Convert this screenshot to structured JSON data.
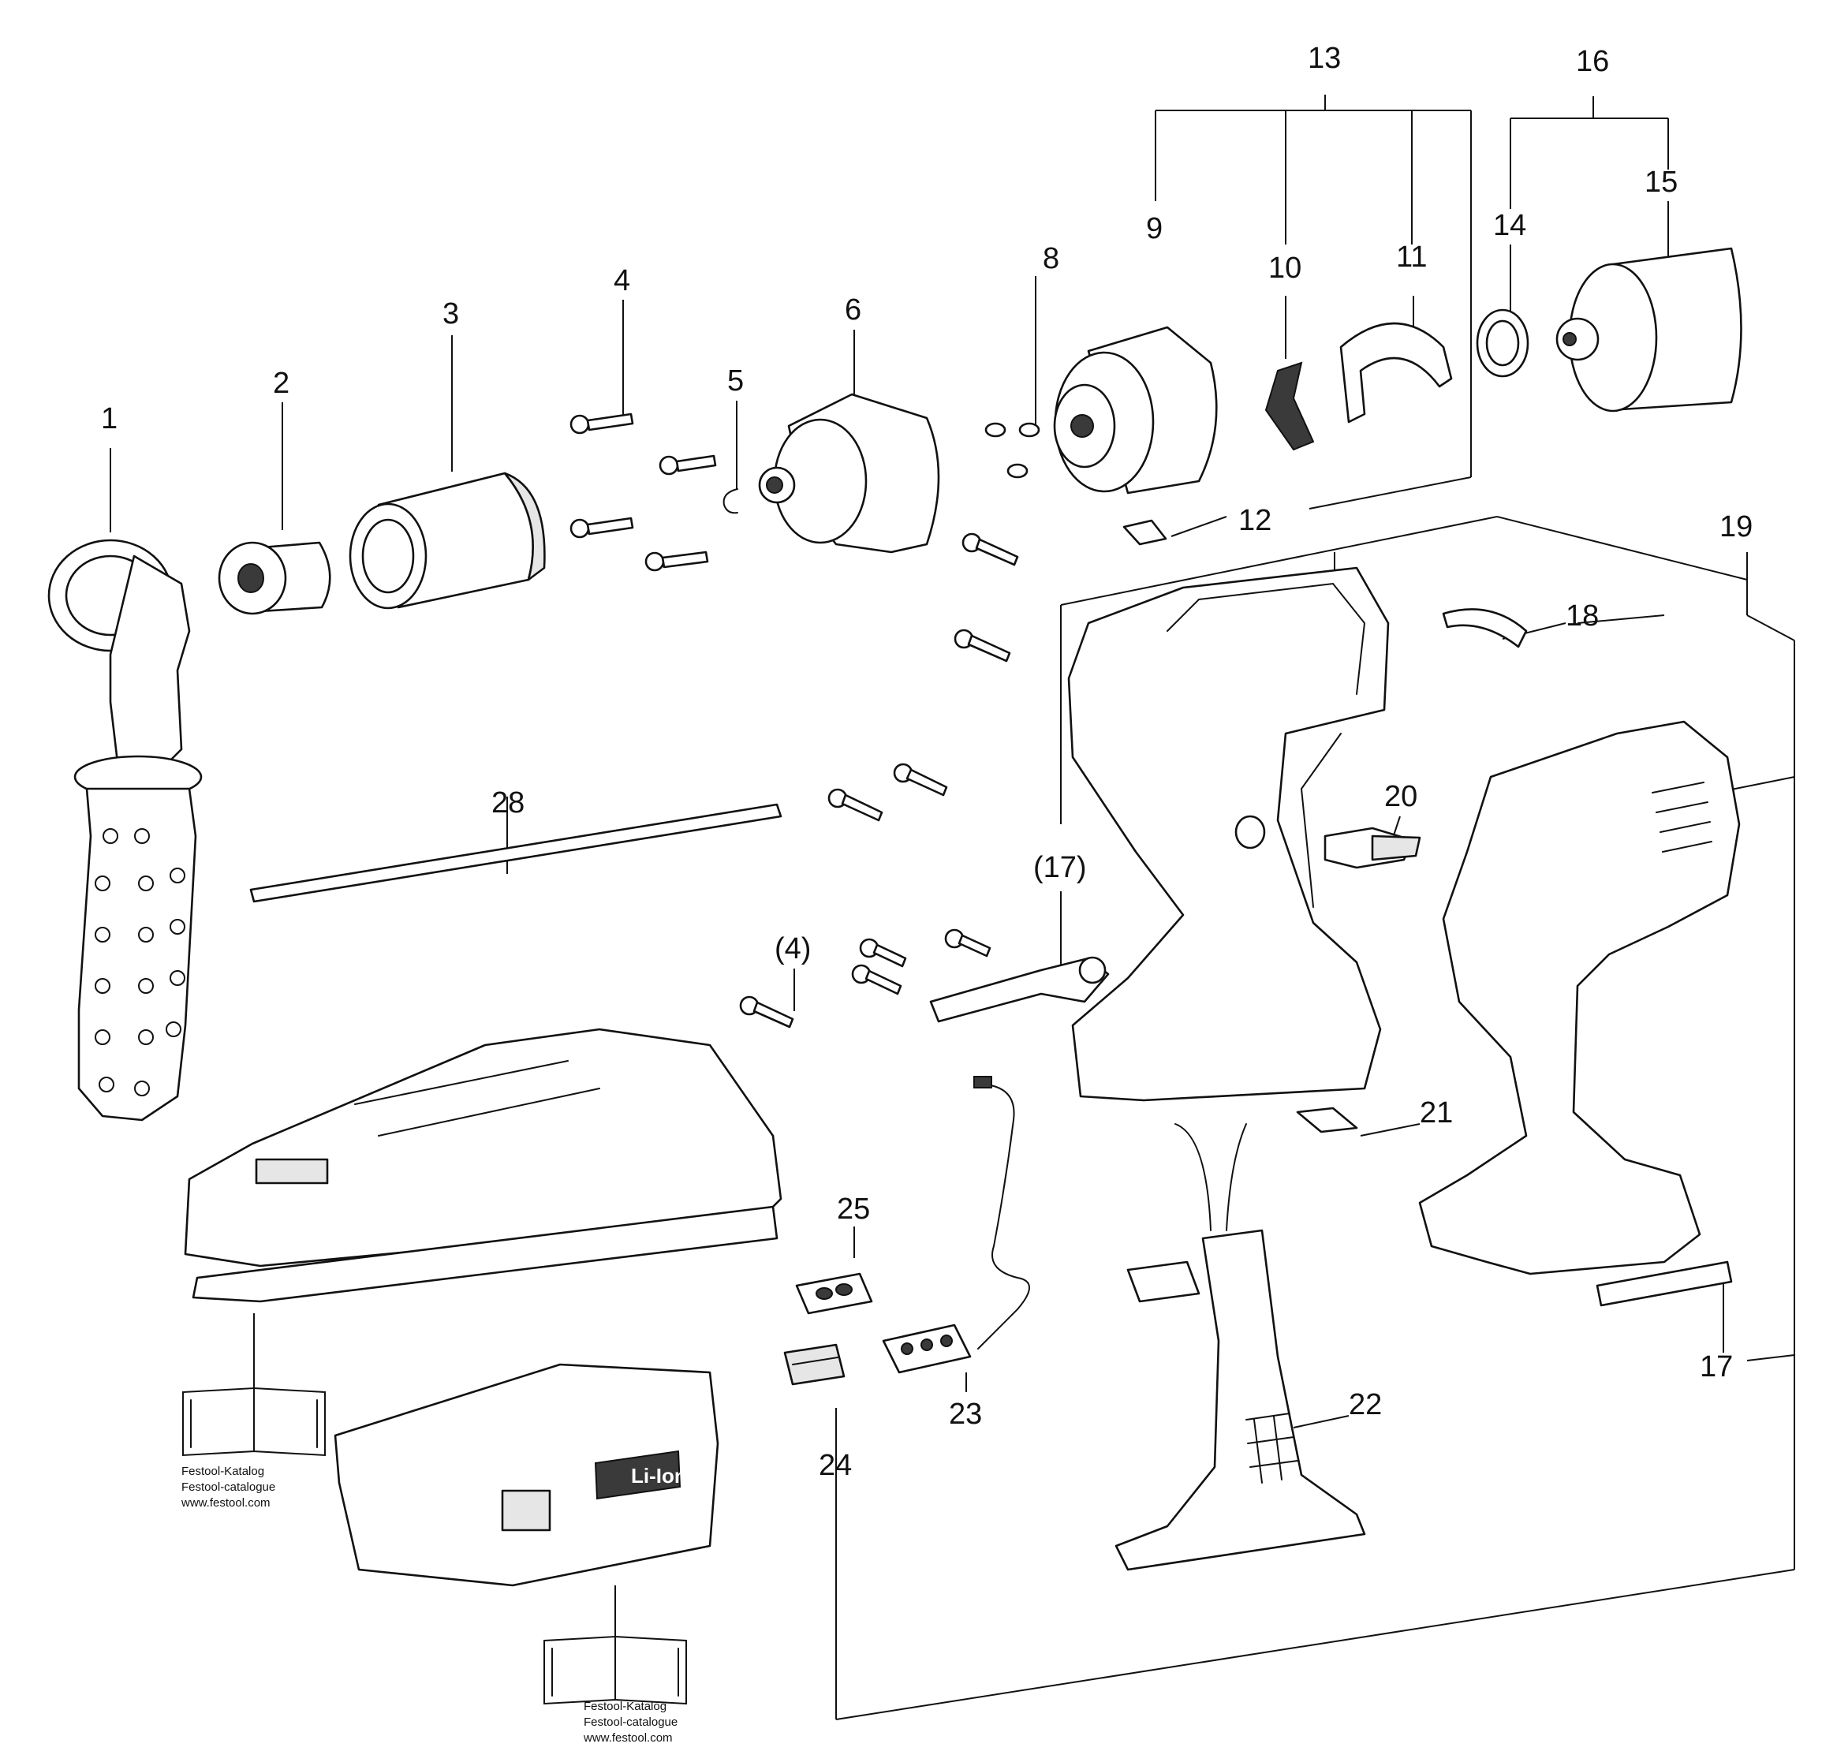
{
  "diagram": {
    "labels": [
      {
        "id": "1",
        "text": "1"
      },
      {
        "id": "2",
        "text": "2"
      },
      {
        "id": "3",
        "text": "3"
      },
      {
        "id": "4",
        "text": "4"
      },
      {
        "id": "5",
        "text": "5"
      },
      {
        "id": "6",
        "text": "6"
      },
      {
        "id": "8",
        "text": "8"
      },
      {
        "id": "9",
        "text": "9"
      },
      {
        "id": "10",
        "text": "10"
      },
      {
        "id": "11",
        "text": "11"
      },
      {
        "id": "12",
        "text": "12"
      },
      {
        "id": "13",
        "text": "13"
      },
      {
        "id": "14",
        "text": "14"
      },
      {
        "id": "15",
        "text": "15"
      },
      {
        "id": "16",
        "text": "16"
      },
      {
        "id": "17",
        "text": "17"
      },
      {
        "id": "17b",
        "text": "(17)"
      },
      {
        "id": "18",
        "text": "18"
      },
      {
        "id": "19",
        "text": "19"
      },
      {
        "id": "20",
        "text": "20"
      },
      {
        "id": "21",
        "text": "21"
      },
      {
        "id": "22",
        "text": "22"
      },
      {
        "id": "23",
        "text": "23"
      },
      {
        "id": "24",
        "text": "24"
      },
      {
        "id": "25",
        "text": "25"
      },
      {
        "id": "28",
        "text": "28"
      },
      {
        "id": "4b",
        "text": "(4)"
      }
    ],
    "battery_text": "Li-Ion",
    "catalog_refs": [
      {
        "line1": "Festool-Katalog",
        "line2": "Festool-catalogue",
        "line3": "www.festool.com"
      },
      {
        "line1": "Festool-Katalog",
        "line2": "Festool-catalogue",
        "line3": "www.festool.com"
      }
    ]
  }
}
